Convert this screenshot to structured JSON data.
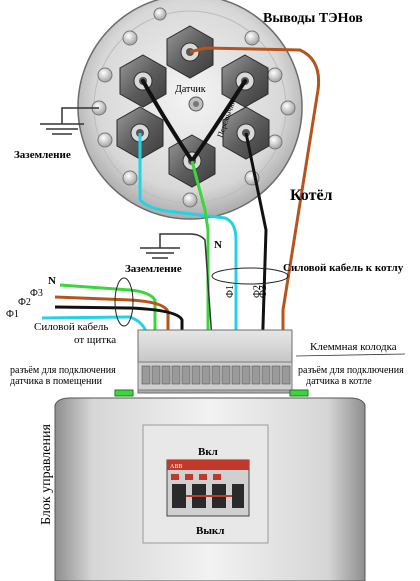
{
  "labels": {
    "ten_terminals": "Выводы ТЭНов",
    "sensor": "Датчик",
    "jumpers": "Перемычки",
    "ground_left": "Заземление",
    "boiler": "Котёл",
    "ground_panel": "Заземление",
    "neutral_top": "N",
    "power_cable_boiler": "Силовой кабель к котлу",
    "phase_f1_vertical": "Ф1",
    "phase_f2_vertical": "Ф2",
    "phase_f3_vertical": "Ф3",
    "neutral_in": "N",
    "phase_f3_in": "Ф3",
    "phase_f2_in": "Ф2",
    "phase_f1_in": "Ф1",
    "power_cable_panel_line1": "Силовой кабель",
    "power_cable_panel_line2": "от щитка",
    "terminal_block": "Клеммная колодка",
    "room_sensor_line1": "разъём для подключения",
    "room_sensor_line2": "датчика в помещении",
    "boiler_sensor_line1": "разъём для подключения",
    "boiler_sensor_line2": "датчика в котле",
    "control_unit": "Блок управления",
    "switch_on": "Вкл",
    "switch_off": "Выкл",
    "breaker_brand": "ABB"
  },
  "colors": {
    "phase_brown": "#b5551d",
    "phase_black": "#111111",
    "phase_cyan": "#22d3e6",
    "neutral_green": "#3bd63b",
    "jumper": "#111111",
    "ground": "#333333"
  },
  "icons": {
    "heater_terminal": "hex-nut-icon",
    "sensor": "round-sensor-icon",
    "ground": "ground-symbol-icon",
    "breaker": "circuit-breaker-icon"
  }
}
